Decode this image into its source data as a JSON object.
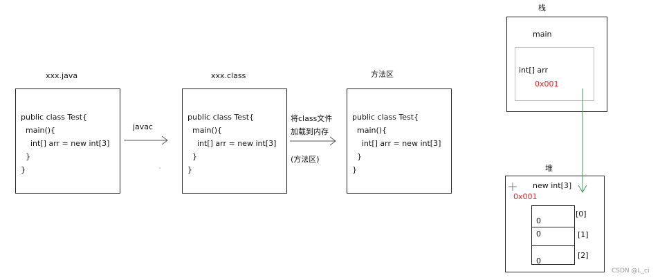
{
  "source": {
    "title": "xxx.java",
    "code": [
      "public class Test{",
      "  main(){",
      "    int[] arr = new int[3]",
      "  }",
      "}"
    ]
  },
  "compile_label": "javac",
  "compiled": {
    "title": "xxx.class",
    "code": [
      "public class Test{",
      "  main(){",
      "    int[] arr = new int[3]",
      "  }",
      "}"
    ]
  },
  "load_label": [
    "将class文件",
    "加载到内存",
    "(方法区)"
  ],
  "method_area": {
    "title": "方法区",
    "code": [
      "public class Test{",
      "  main(){",
      "    int[] arr = new int[3]",
      "  }",
      "}"
    ]
  },
  "stack": {
    "title": "栈",
    "frame_label": "main",
    "var_decl": "int[] arr",
    "var_value": "0x001"
  },
  "heap": {
    "title": "堆",
    "object_label": "new int[3]",
    "address": "0x001",
    "cells": [
      {
        "value": "0",
        "index": "[0]"
      },
      {
        "value": "0",
        "index": "[1]"
      },
      {
        "value": "0",
        "index": "[2]"
      }
    ]
  },
  "watermark": "CSDN @L_ci",
  "colors": {
    "reference_arrow": "#3a9a5a",
    "address_text": "#cc2222"
  }
}
